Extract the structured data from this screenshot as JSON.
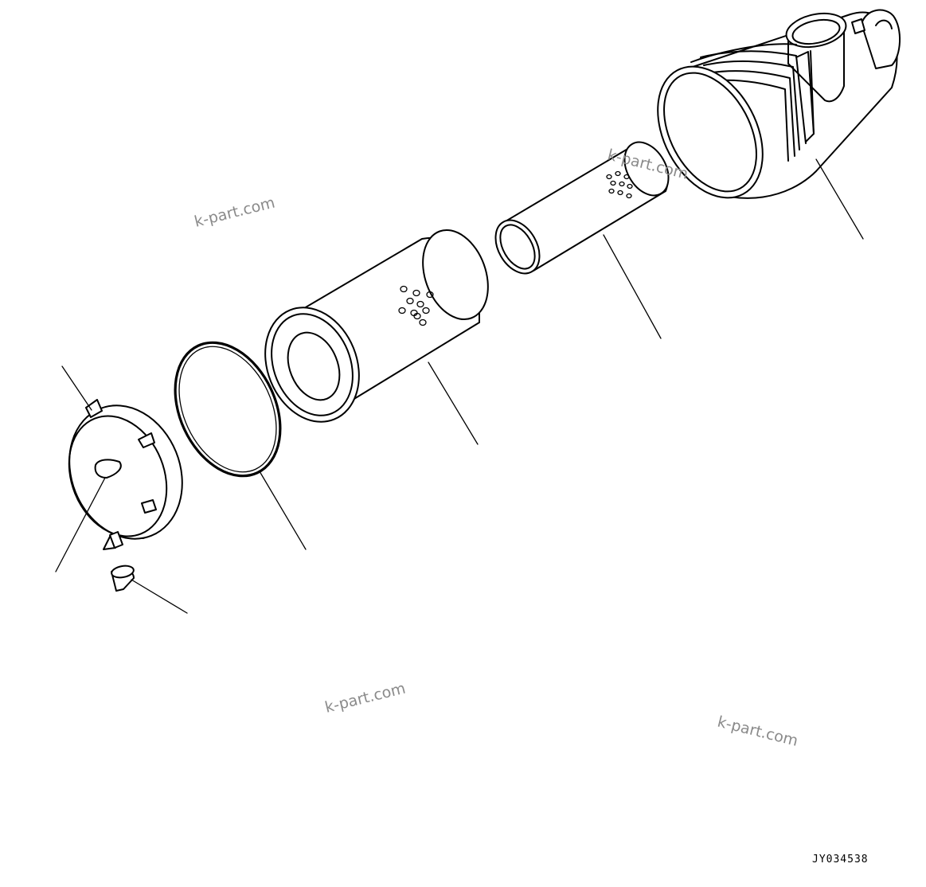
{
  "watermarks": [
    "k-part.com",
    "k-part.com",
    "k-part.com",
    "k-part.com"
  ],
  "drawing_code": "JY034538",
  "colors": {
    "line": "#000000",
    "watermark": "#8a8a8a",
    "background": "#ffffff"
  }
}
